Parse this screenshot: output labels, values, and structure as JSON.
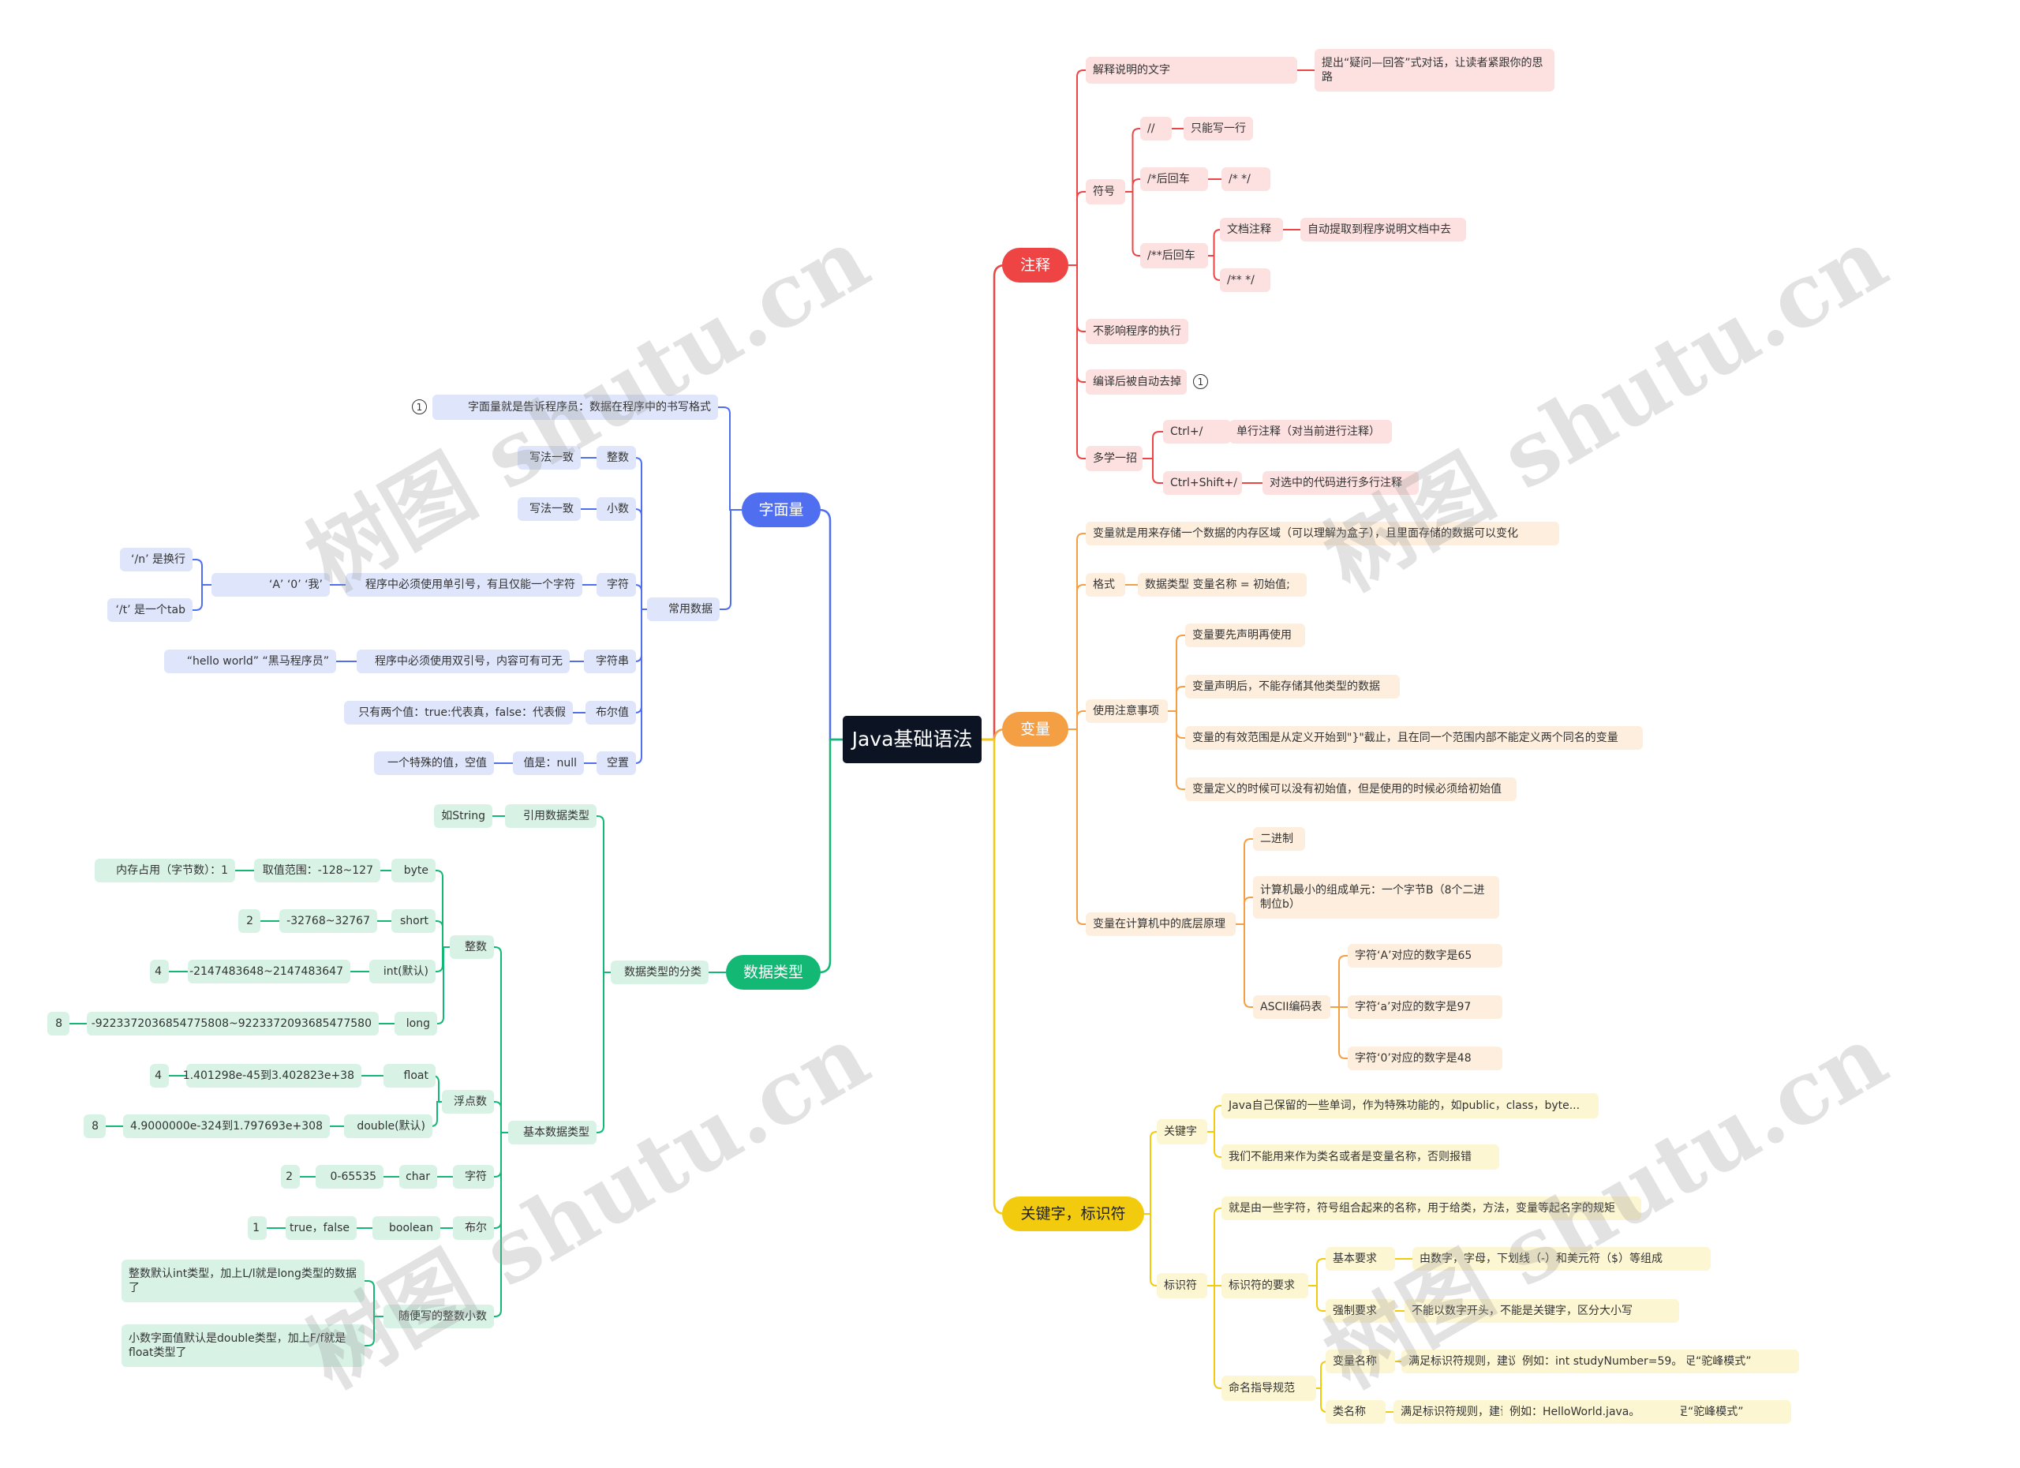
{
  "watermark": "树图 shutu.cn",
  "badge_text": "1",
  "colors": {
    "root": "#0c1424",
    "注释": "#ef4444",
    "变量": "#f59f45",
    "关键字": "#f2cb0f",
    "字面量": "#4f6ef0",
    "数据类型": "#13b874"
  },
  "root": "Java基础语法",
  "branches": [
    {
      "id": "zs",
      "label": "注释",
      "color": "#ef4444",
      "side": "right",
      "children": [
        {
          "label": "解释说明的文字",
          "children": [
            {
              "label": "提出“疑问—回答”式对话，让读者紧跟你的思路"
            }
          ]
        },
        {
          "label": "符号",
          "children": [
            {
              "label": "//",
              "children": [
                {
                  "label": "只能写一行"
                }
              ]
            },
            {
              "label": "/*后回车",
              "children": [
                {
                  "label": "/*   */"
                }
              ]
            },
            {
              "label": "/**后回车",
              "children": [
                {
                  "label": "文档注释",
                  "children": [
                    {
                      "label": "自动提取到程序说明文档中去"
                    }
                  ]
                },
                {
                  "label": "/**    */"
                }
              ]
            }
          ]
        },
        {
          "label": "不影响程序的执行"
        },
        {
          "label": "编译后被自动去掉",
          "badge": "1"
        },
        {
          "label": "多学一招",
          "children": [
            {
              "label": "Ctrl+/",
              "children": [
                {
                  "label": "单行注释（对当前进行注释）"
                }
              ]
            },
            {
              "label": "Ctrl+Shift+/",
              "children": [
                {
                  "label": "对选中的代码进行多行注释"
                }
              ]
            }
          ]
        }
      ]
    },
    {
      "id": "bl",
      "label": "变量",
      "color": "#f59f45",
      "side": "right",
      "children": [
        {
          "label": "变量就是用来存储一个数据的内存区域（可以理解为盒子），且里面存储的数据可以变化"
        },
        {
          "label": "格式",
          "children": [
            {
              "label": "数据类型 变量名称 = 初始值;"
            }
          ]
        },
        {
          "label": "使用注意事项",
          "children": [
            {
              "label": "变量要先声明再使用"
            },
            {
              "label": "变量声明后，不能存储其他类型的数据"
            },
            {
              "label": "变量的有效范围是从定义开始到\"}\"截止，且在同一个范围内部不能定义两个同名的变量"
            },
            {
              "label": "变量定义的时候可以没有初始值，但是使用的时候必须给初始值"
            }
          ]
        },
        {
          "label": "变量在计算机中的底层原理",
          "children": [
            {
              "label": "二进制"
            },
            {
              "label": "计算机最小的组成单元：一个字节B（8个二进制位b）"
            },
            {
              "label": "ASCII编码表",
              "children": [
                {
                  "label": "字符‘A’对应的数字是65"
                },
                {
                  "label": "字符‘a’对应的数字是97"
                },
                {
                  "label": "字符‘0’对应的数字是48"
                }
              ]
            }
          ]
        }
      ]
    },
    {
      "id": "gjz",
      "label": "关键字，标识符",
      "color": "#f2cb0f",
      "side": "right",
      "children": [
        {
          "label": "关键字",
          "children": [
            {
              "label": "Java自己保留的一些单词，作为特殊功能的，如public，class，byte..."
            },
            {
              "label": "我们不能用来作为类名或者是变量名称，否则报错"
            }
          ]
        },
        {
          "label": "标识符",
          "children": [
            {
              "label": "就是由一些字符，符号组合起来的名称，用于给类，方法，变量等起名字的规矩"
            },
            {
              "label": "标识符的要求",
              "children": [
                {
                  "label": "基本要求",
                  "children": [
                    {
                      "label": "由数字，字母，下划线（-）和美元符（$）等组成"
                    }
                  ]
                },
                {
                  "label": "强制要求",
                  "children": [
                    {
                      "label": "不能以数字开头，不能是关键字，区分大小写"
                    }
                  ]
                }
              ]
            },
            {
              "label": "命名指导规范",
              "children": [
                {
                  "label": "变量名称",
                  "children": [
                    {
                      "label": "满足标识符规则，建议全英文，有意义，首字母小写，满足“驼峰模式”",
                      "children": [
                        {
                          "label": "例如：int studyNumber=59。"
                        }
                      ]
                    }
                  ]
                },
                {
                  "label": "类名称",
                  "children": [
                    {
                      "label": "满足标识符规则，建议全英文，有意义，首字母大写，满足“驼峰模式”",
                      "children": [
                        {
                          "label": "例如：HelloWorld.java。"
                        }
                      ]
                    }
                  ]
                }
              ]
            }
          ]
        }
      ]
    },
    {
      "id": "zml",
      "label": "字面量",
      "color": "#4f6ef0",
      "side": "left",
      "children": [
        {
          "label": "字面量就是告诉程序员：数据在程序中的书写格式",
          "badge": "1"
        },
        {
          "label": "常用数据",
          "children": [
            {
              "label": "整数",
              "children": [
                {
                  "label": "写法一致"
                }
              ]
            },
            {
              "label": "小数",
              "children": [
                {
                  "label": "写法一致"
                }
              ]
            },
            {
              "label": "字符",
              "children": [
                {
                  "label": "程序中必须使用单引号，有且仅能一个字符",
                  "children": [
                    {
                      "label": "‘A’      ‘0’      ‘我’",
                      "children": [
                        {
                          "label": "‘/n’ 是换行"
                        },
                        {
                          "label": "‘/t’ 是一个tab"
                        }
                      ]
                    }
                  ]
                }
              ]
            },
            {
              "label": "字符串",
              "children": [
                {
                  "label": "程序中必须使用双引号，内容可有可无",
                  "children": [
                    {
                      "label": "“hello world”  “黑马程序员”"
                    }
                  ]
                }
              ]
            },
            {
              "label": "布尔值",
              "children": [
                {
                  "label": "只有两个值：true:代表真，false：代表假"
                }
              ]
            },
            {
              "label": "空置",
              "children": [
                {
                  "label": "值是：null",
                  "children": [
                    {
                      "label": "一个特殊的值，空值"
                    }
                  ]
                }
              ]
            }
          ]
        }
      ]
    },
    {
      "id": "sjlx",
      "label": "数据类型",
      "color": "#13b874",
      "side": "left",
      "children": [
        {
          "label": "数据类型的分类",
          "children": [
            {
              "label": "引用数据类型",
              "children": [
                {
                  "label": "如String"
                }
              ]
            },
            {
              "label": "基本数据类型",
              "children": [
                {
                  "label": "整数",
                  "children": [
                    {
                      "label": "byte",
                      "children": [
                        {
                          "label": "取值范围：-128~127",
                          "children": [
                            {
                              "label": "内存占用（字节数）：1"
                            }
                          ]
                        }
                      ]
                    },
                    {
                      "label": "short",
                      "children": [
                        {
                          "label": "-32768~32767",
                          "children": [
                            {
                              "label": "2"
                            }
                          ]
                        }
                      ]
                    },
                    {
                      "label": "int(默认)",
                      "children": [
                        {
                          "label": "-2147483648~2147483647",
                          "children": [
                            {
                              "label": "4"
                            }
                          ]
                        }
                      ]
                    },
                    {
                      "label": "long",
                      "children": [
                        {
                          "label": "-9223372036854775808~9223372093685477580",
                          "children": [
                            {
                              "label": "8"
                            }
                          ]
                        }
                      ]
                    }
                  ]
                },
                {
                  "label": "浮点数",
                  "children": [
                    {
                      "label": "float",
                      "children": [
                        {
                          "label": "1.401298e-45到3.402823e+38",
                          "children": [
                            {
                              "label": "4"
                            }
                          ]
                        }
                      ]
                    },
                    {
                      "label": "double(默认)",
                      "children": [
                        {
                          "label": "4.9000000e-324到1.797693e+308",
                          "children": [
                            {
                              "label": "8"
                            }
                          ]
                        }
                      ]
                    }
                  ]
                },
                {
                  "label": "字符",
                  "children": [
                    {
                      "label": "char",
                      "children": [
                        {
                          "label": "0-65535",
                          "children": [
                            {
                              "label": "2"
                            }
                          ]
                        }
                      ]
                    }
                  ]
                },
                {
                  "label": "布尔",
                  "children": [
                    {
                      "label": "boolean",
                      "children": [
                        {
                          "label": "true，false",
                          "children": [
                            {
                              "label": "1"
                            }
                          ]
                        }
                      ]
                    }
                  ]
                },
                {
                  "label": "随便写的整数小数",
                  "children": [
                    {
                      "label": "整数默认int类型，加上L/l就是long类型的数据了"
                    },
                    {
                      "label": "小数字面值默认是double类型，加上F/f就是float类型了"
                    }
                  ]
                }
              ]
            }
          ]
        }
      ]
    }
  ]
}
